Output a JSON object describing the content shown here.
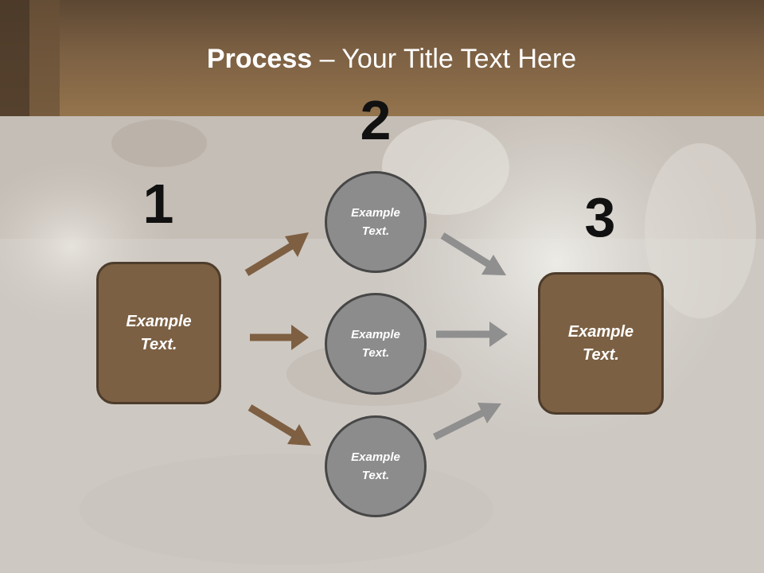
{
  "title": {
    "bold": "Process",
    "rest": " – Your Title Text Here"
  },
  "steps": [
    {
      "number": "1",
      "text": "Example\nText."
    },
    {
      "number": "2",
      "text": ""
    },
    {
      "number": "3",
      "text": "Example\nText."
    }
  ],
  "circles": [
    {
      "text": "Example\nText."
    },
    {
      "text": "Example\nText."
    },
    {
      "text": "Example\nText."
    }
  ],
  "colors": {
    "brown_box": "#7c6043",
    "brown_arrow": "#7e5f42",
    "gray_circle": "#8c8c8c",
    "gray_arrow": "#8f8f8f",
    "header": "#7c6043"
  }
}
